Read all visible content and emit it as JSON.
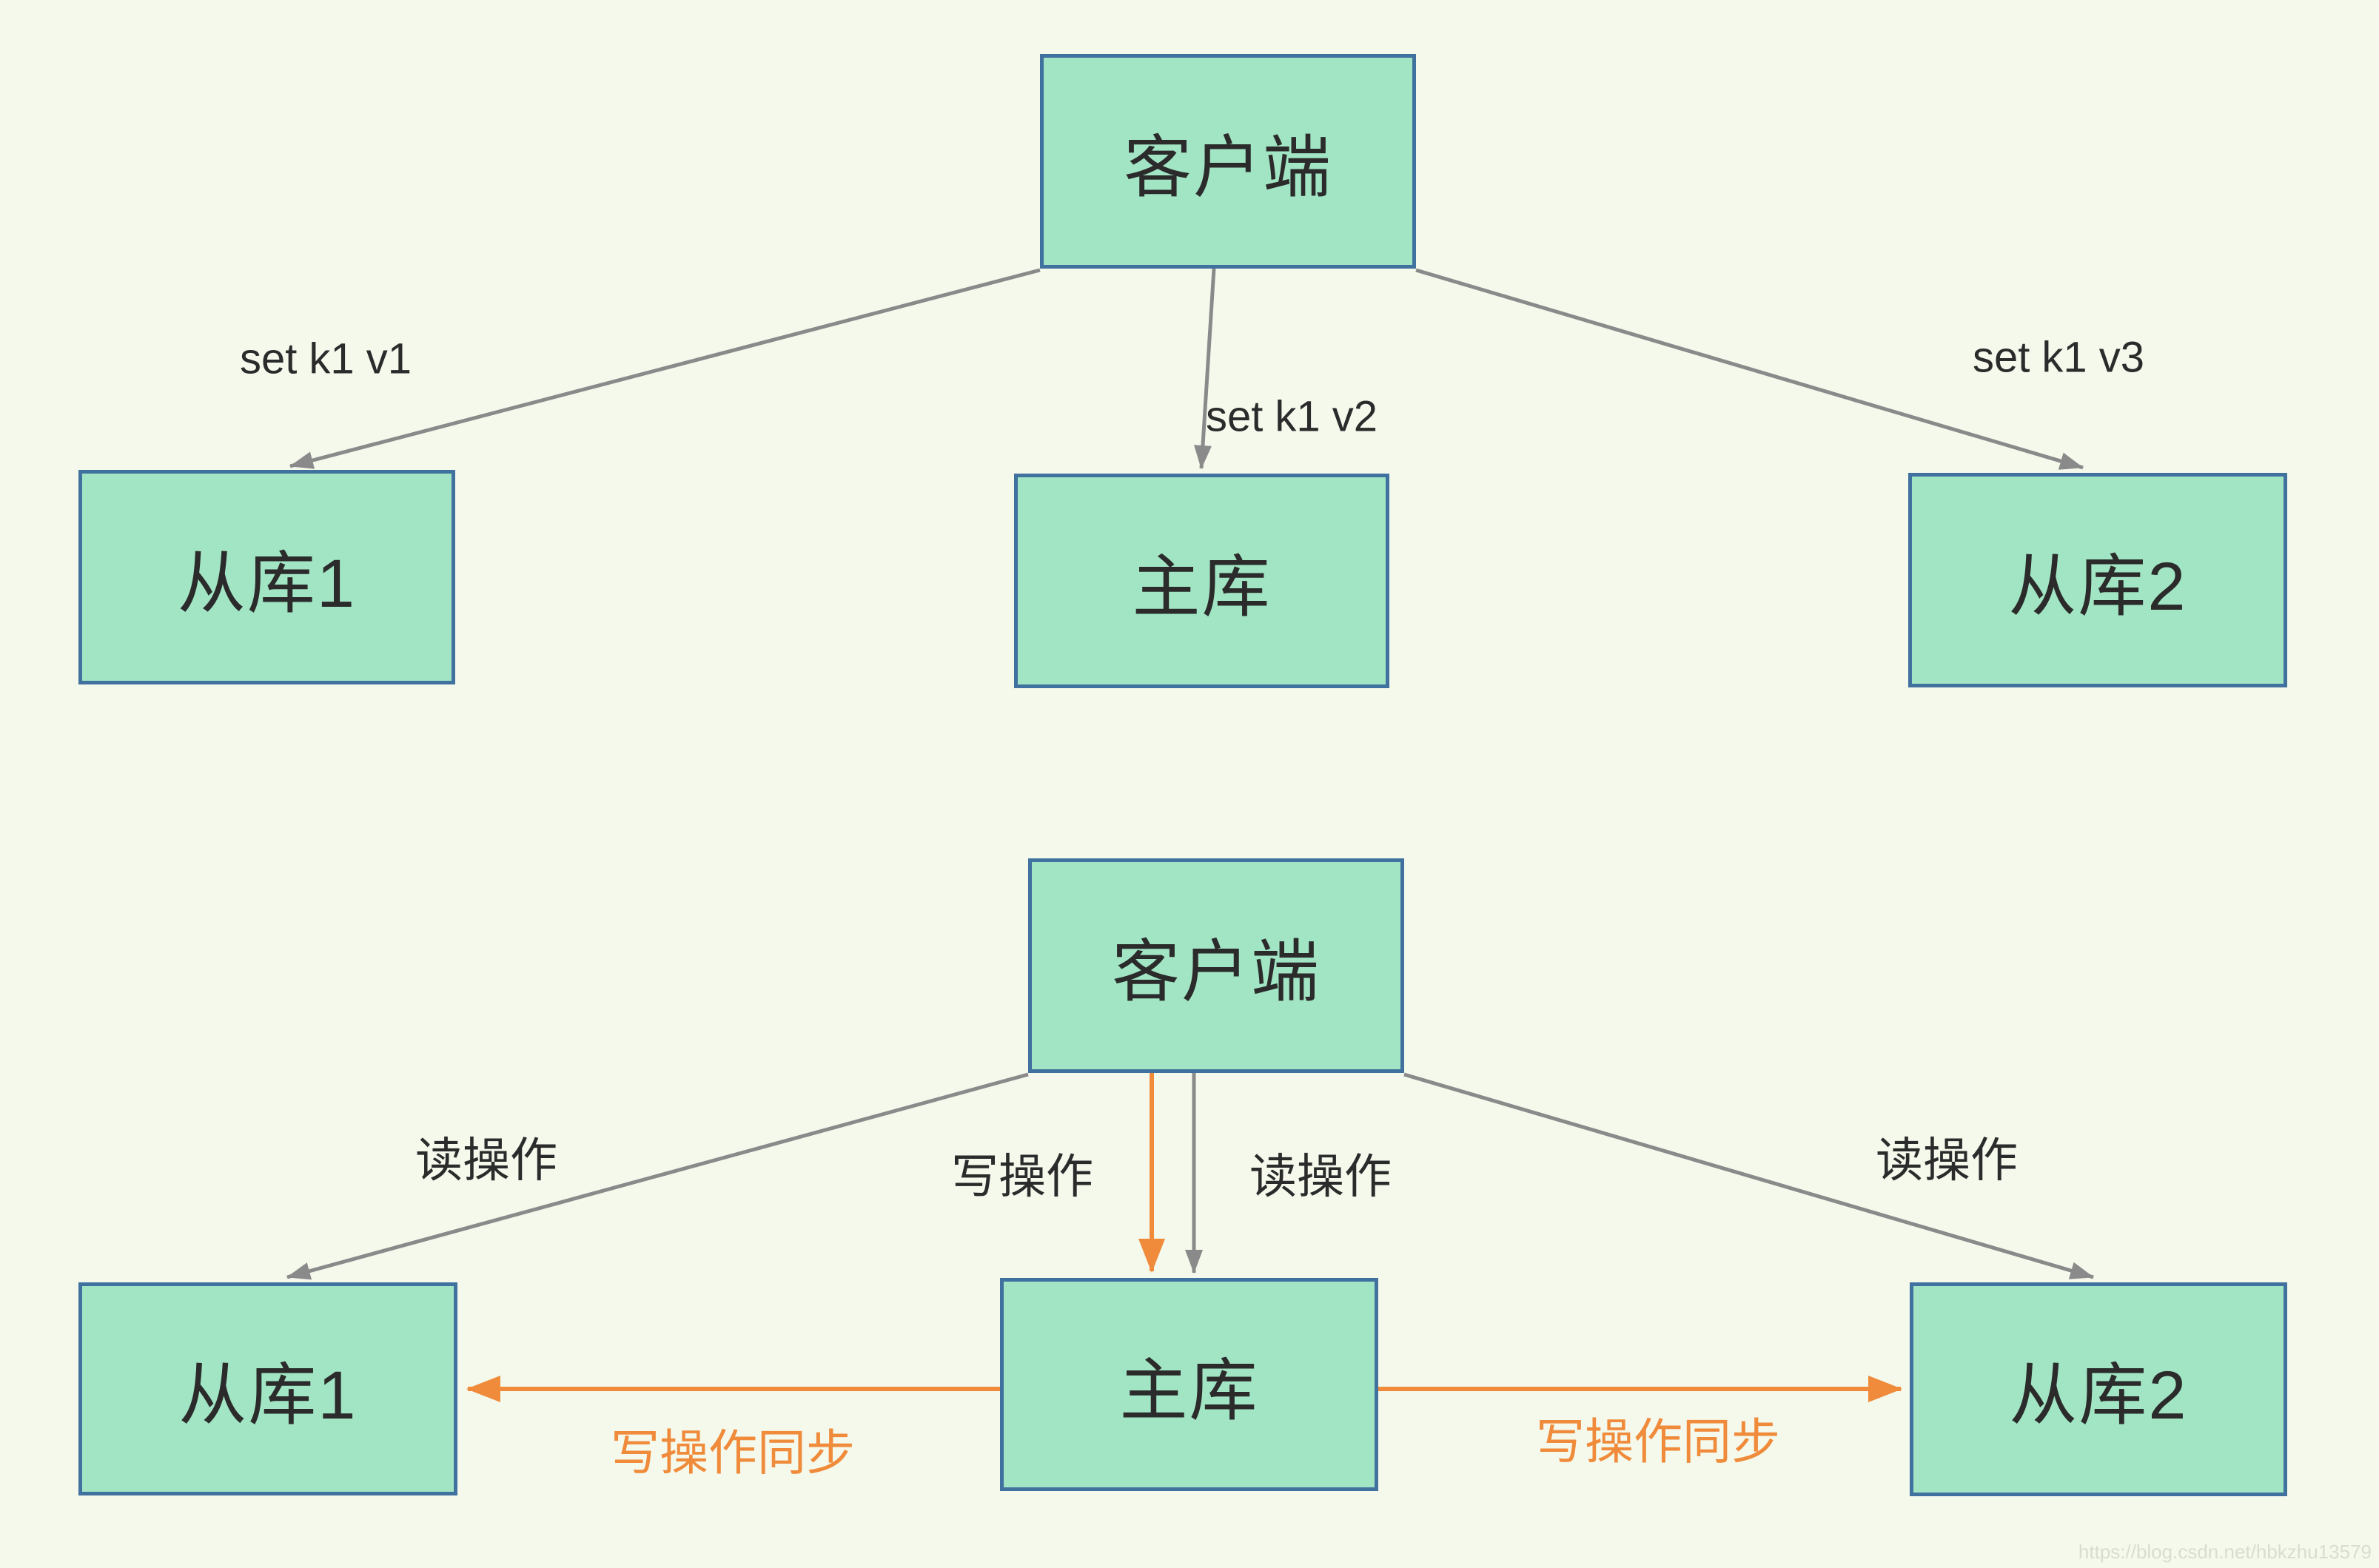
{
  "diagram_top": {
    "client": "客户端",
    "slave1": "从库1",
    "master": "主库",
    "slave2": "从库2",
    "edges": {
      "to_slave1": "set k1 v1",
      "to_master": "set k1 v2",
      "to_slave2": "set k1 v3"
    }
  },
  "diagram_bottom": {
    "client": "客户端",
    "slave1": "从库1",
    "master": "主库",
    "slave2": "从库2",
    "edges": {
      "read_to_slave1": "读操作",
      "write_to_master": "写操作",
      "read_to_master": "读操作",
      "read_to_slave2": "读操作",
      "sync_to_slave1": "写操作同步",
      "sync_to_slave2": "写操作同步"
    }
  },
  "watermark": "https://blog.csdn.net/hbkzhu13579",
  "colors": {
    "background": "#f4f9ec",
    "node_fill": "#a2e5c4",
    "node_border": "#41719f",
    "arrow_gray": "#8a8a8a",
    "arrow_orange": "#ef8b3a",
    "text": "#2b2b2b",
    "watermark_text": "#d8ddd0"
  }
}
